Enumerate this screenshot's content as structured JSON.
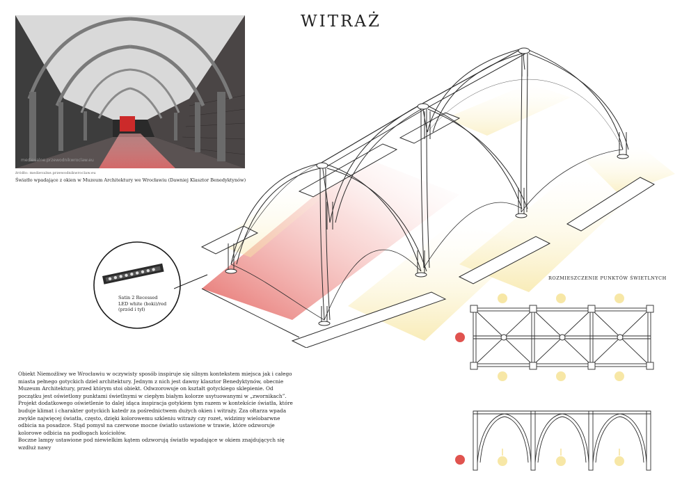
{
  "title": "WITRAŻ",
  "photo": {
    "source": "źródło: medievalne.przewodnikwroclaw.eu",
    "watermark": "medievalne.przewodnikwroclaw.eu",
    "caption": "Światło wpadające z okien w Muzeum Architektury we Wrocławiu (Dawniej Klasztor Benedyktynów)"
  },
  "lamp": {
    "lines": [
      "Satin 2 Recessed",
      "LED white (boki)/red",
      "(przód i tył)"
    ]
  },
  "plan": {
    "heading": "ROZMIESZCZENIE PUNKTÓW ŚWIETLNYCH"
  },
  "description": {
    "paragraphs": [
      "Obiekt Niemożliwy we Wrocławiu w oczywisty sposób inspiruje się silnym kontekstem miejsca jak i całego miasta pełnego gotyckich dzieł architektury. Jednym z nich jest dawny klasztor Benedyktynów, obecnie Muzeum Architektury, przed którym stoi obiekt. Odwzorowuje on kształt gotyckiego sklepienie. Od początku jest oświetlony punktami świetlnymi w ciepłym białym kolorze usytuowanymi w „zwornikach”.",
      "Projekt dodatkowego oświetlenie to dalej idąca inspiracja gotykiem tym razem w kontekście światła, które buduje klimat i charakter gotyckich katedr za pośrednictwem dużych okien i witraży. Zza ołtarza wpada zwykle najwięcej światła, często, dzięki kolorowemu szkleniu witraży czy rozet, widzimy wielobarwne odbicia na posadzce. Stąd pomysł na czerwone mocne światło ustawione w trawie, które odzworuje kolorowe odbicia na podłogach kościołów.",
      "Boczne lampy ustawione pod niewielkim kątem odzworują światło wpadające w okiem znajdujących się wzdłuż nawy"
    ]
  },
  "colors": {
    "red_light": "#e0534f",
    "warm_light": "#f7e7a6",
    "line": "#2b2b2b"
  }
}
